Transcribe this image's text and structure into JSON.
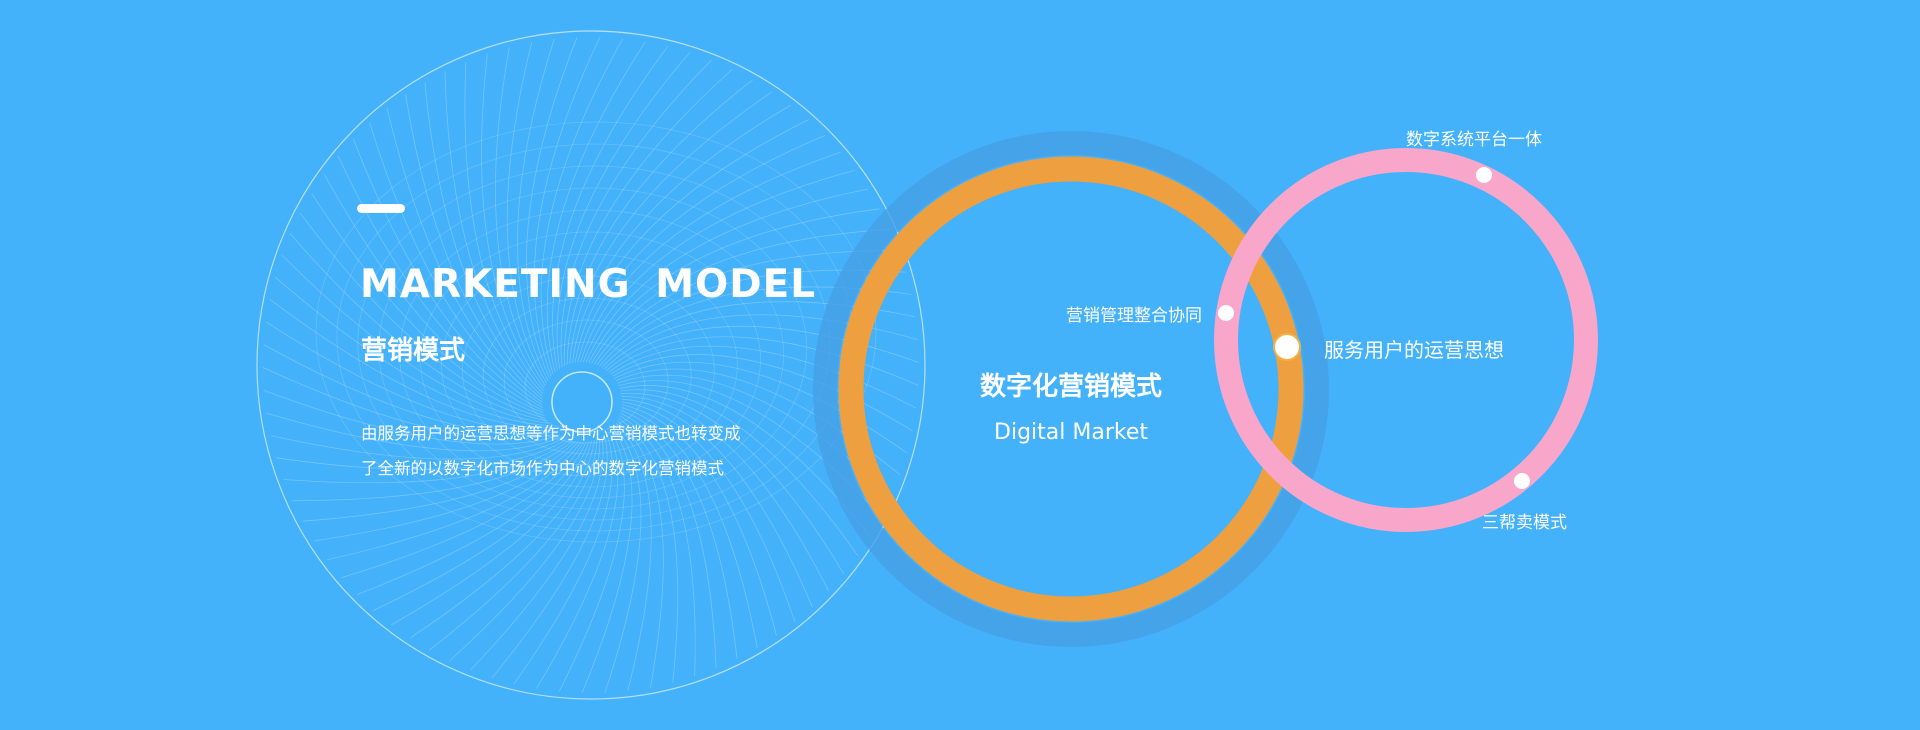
{
  "intro": {
    "title": "MARKETING  MODEL",
    "subtitle": "营销模式",
    "description_lines": [
      "由服务用户的运营思想等作为中心营销模式也转变成",
      "了全新的以数字化市场作为中心的数字化营销模式"
    ]
  },
  "orange_circle": {
    "title": "数字化营销模式",
    "subtitle": "Digital Market"
  },
  "pink_circle": {
    "title": "服务用户的运营思想",
    "points": [
      {
        "label": "营销管理整合协同"
      },
      {
        "label": "数字系统平台一体"
      },
      {
        "label": "三帮卖模式"
      }
    ]
  },
  "colors": {
    "background": "#44b1fb",
    "orange": "#ee9f3f",
    "pink": "#f9a6cb"
  }
}
